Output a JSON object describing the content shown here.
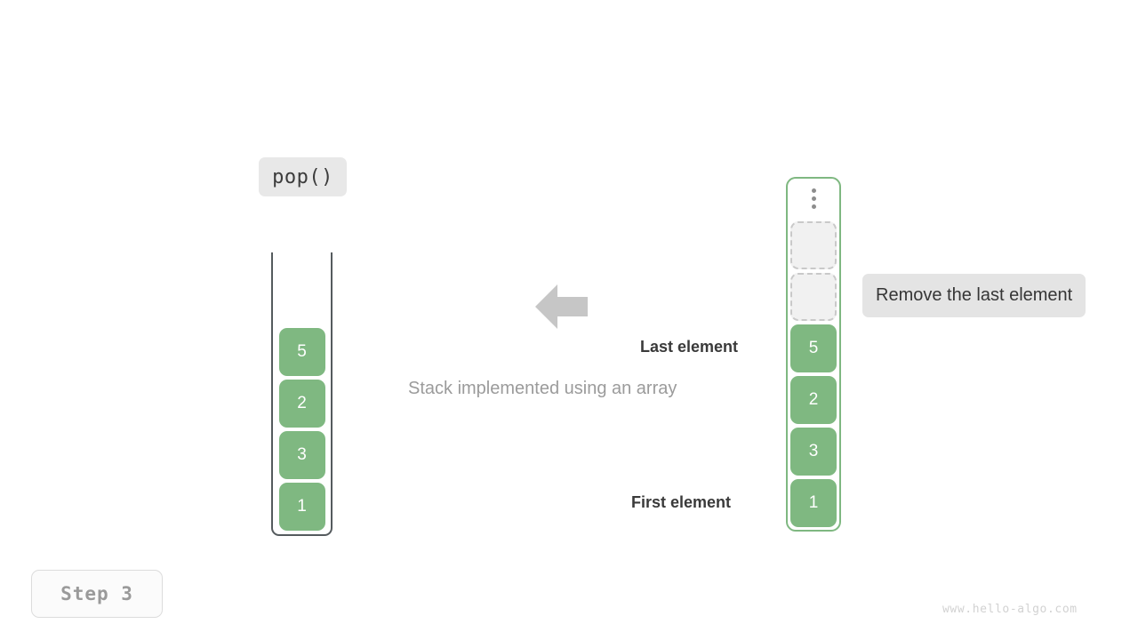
{
  "scene": {
    "caption": "Stack implemented using an array",
    "watermark": "www.hello-algo.com"
  },
  "operation_badge": {
    "label": "pop()"
  },
  "step_badge": {
    "label": "Step 3"
  },
  "array_container": {
    "name": "array",
    "cells": [
      {
        "value": "5",
        "state": "filled"
      },
      {
        "value": "2",
        "state": "filled"
      },
      {
        "value": "3",
        "state": "filled"
      },
      {
        "value": "1",
        "state": "filled"
      }
    ]
  },
  "stack_container": {
    "name": "stack",
    "ellipsis": "vertical-ellipsis",
    "cells": [
      {
        "value": "",
        "state": "empty"
      },
      {
        "value": "",
        "state": "empty"
      },
      {
        "value": "5",
        "state": "filled"
      },
      {
        "value": "2",
        "state": "filled"
      },
      {
        "value": "3",
        "state": "filled"
      },
      {
        "value": "1",
        "state": "filled"
      }
    ]
  },
  "annotations": {
    "last_element": "Last element",
    "first_element": "First element",
    "note": "Remove the last element",
    "arrow_direction": "left"
  },
  "colors": {
    "cell_fill": "#7fb881",
    "stack_border": "#7fb881",
    "array_border": "#555b5e",
    "empty_cell_fill": "#f1f1f1",
    "empty_cell_border": "#c9c9c9",
    "badge_bg": "#e8e8e8",
    "note_bg": "#e4e4e4",
    "arrow_fill": "#c6c6c6",
    "caption_text": "#9b9b9b",
    "label_text": "#3a3a3a",
    "watermark_text": "#d2d2d2"
  }
}
